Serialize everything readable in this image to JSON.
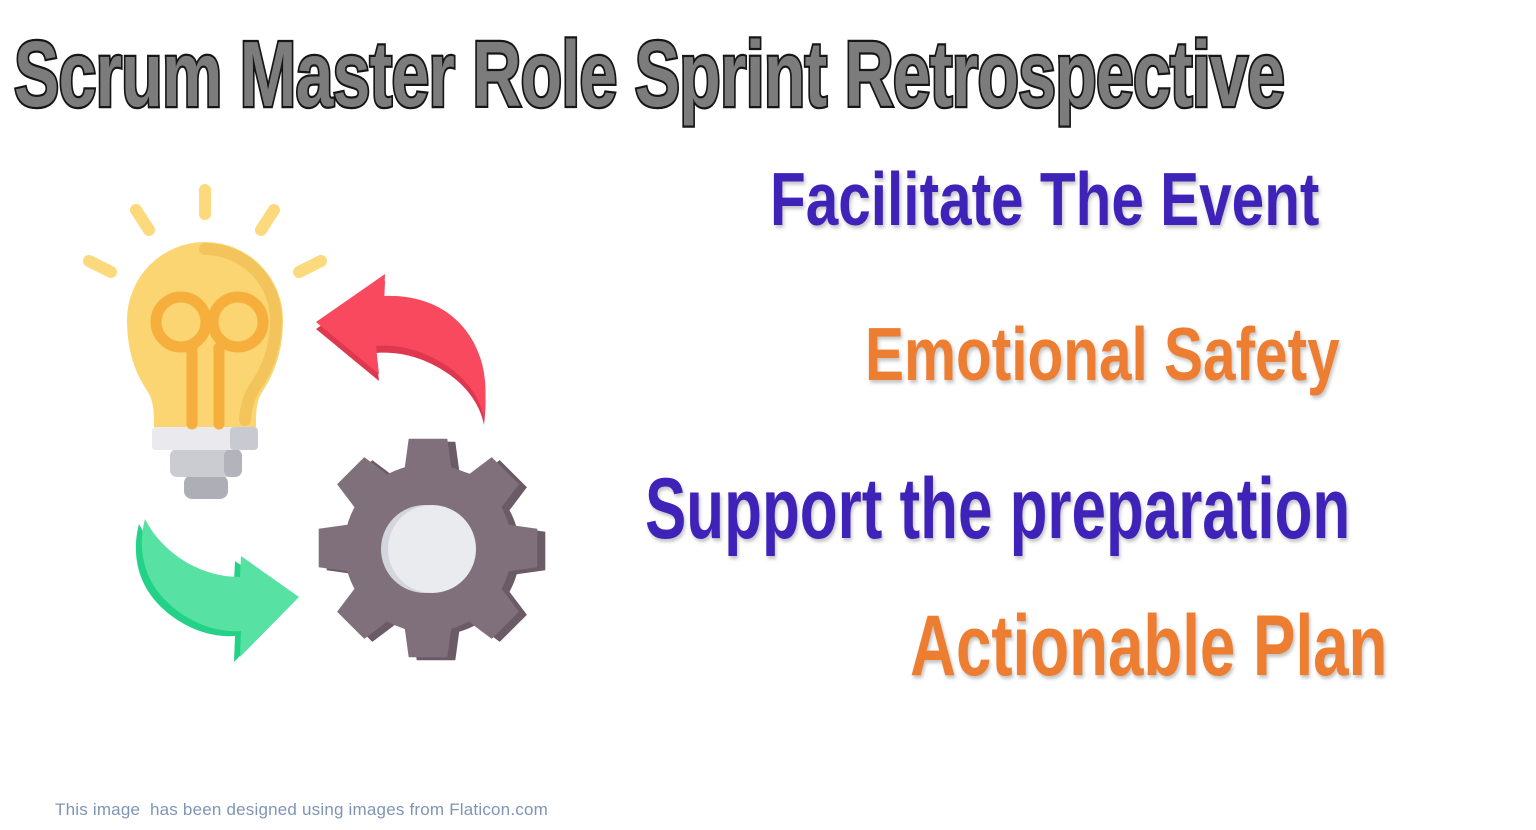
{
  "title": "Scrum Master Role Sprint Retrospective",
  "items": [
    {
      "label": "Facilitate The Event",
      "color": "#3f23b8"
    },
    {
      "label": "Emotional Safety",
      "color": "#ed7d31"
    },
    {
      "label": "Support the preparation",
      "color": "#3f23b8"
    },
    {
      "label": "Actionable Plan",
      "color": "#ed7d31"
    }
  ],
  "footer": "This image  has been designed using images from Flaticon.com",
  "title_style": {
    "fill": "#7c7c7c",
    "outline": "#161616"
  },
  "illustration": {
    "description": "lightbulb and gear connected by red and green curved arrows",
    "colors": {
      "ray": "#fbd97c",
      "bulb_body": "#fbd572",
      "bulb_shade": "#f3c45c",
      "filament": "#f6af3d",
      "base_tier1": "#e9e9ee",
      "base_tier1_dark": "#c9c9d2",
      "base_tier2": "#cbcbd2",
      "base_tier2_dark": "#b3b3bc",
      "base_tier3": "#aeaeb7",
      "red_main": "#f8495e",
      "red_dark": "#de3850",
      "green_main": "#57e1a2",
      "green_dark": "#24d287",
      "gear_body": "#80707b",
      "gear_dark": "#6a5b66",
      "hub_light": "#e9ebef",
      "hub_dark": "#d3d6dd"
    }
  }
}
